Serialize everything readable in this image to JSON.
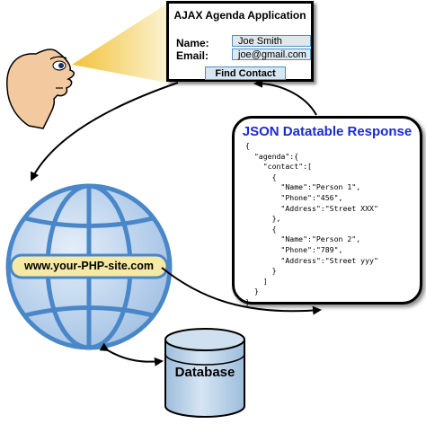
{
  "form": {
    "title": "AJAX Agenda Application",
    "name_label": "Name:",
    "email_label": "Email:",
    "name_value": "Joe Smith",
    "email_value": "joe@gmail.com",
    "find_button": "Find Contact"
  },
  "response": {
    "title": "JSON Datatable Response",
    "code": "{\n  \"agenda\":{\n    \"contact\":[\n      {\n        \"Name\":\"Person 1\",\n        \"Phone\":\"456\",\n        \"Address\":\"Street XXX\"\n      },\n      {\n        \"Name\":\"Person 2\",\n        \"Phone\":\"789\",\n        \"Address\":\"Street yyy\"\n      }\n    ]\n  }\n}"
  },
  "server": {
    "label": "www.your-PHP-site.com"
  },
  "database": {
    "label": "Database"
  },
  "colors": {
    "globe_blue": "#4a87c8",
    "globe_light": "#b9d2ec",
    "label_band": "#f5e9a6",
    "skin": "#f3c9a0",
    "db_fill": "#bcd4ec",
    "title_blue": "#1c2bd0"
  }
}
